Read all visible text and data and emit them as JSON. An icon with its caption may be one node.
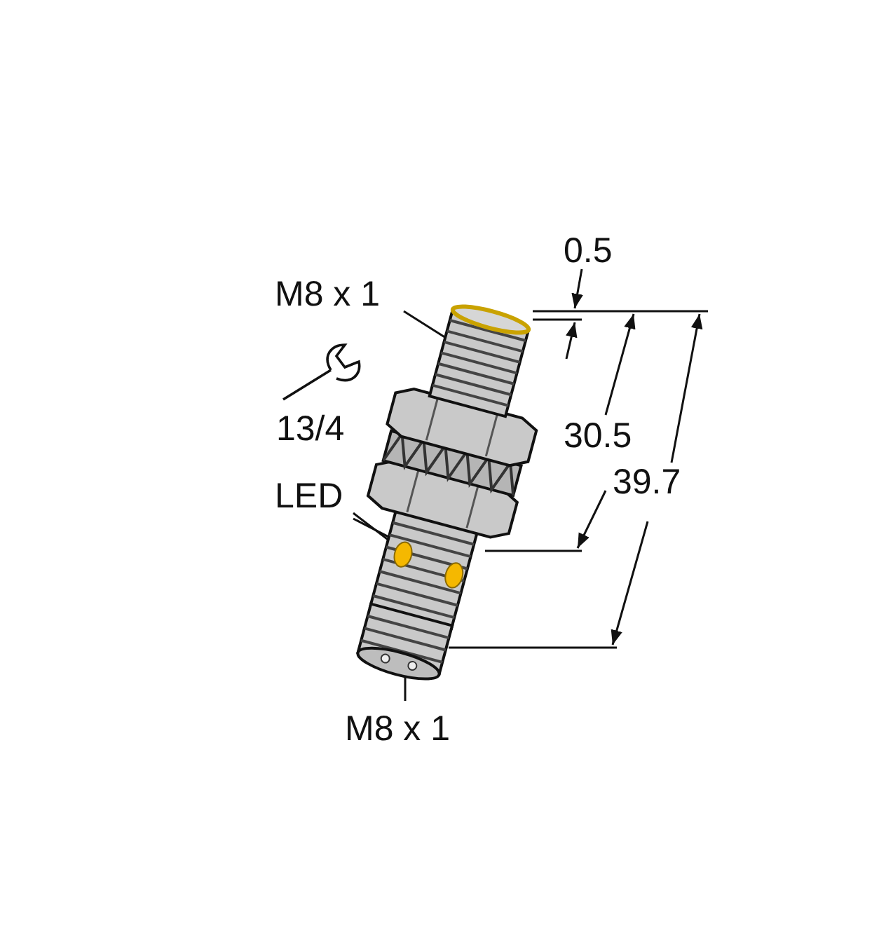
{
  "diagram": {
    "nodes": [
      {
        "text": [
          "M8 x 1"
        ]
      },
      {
        "text": [],
        "shape": "picture"
      },
      {
        "text": [
          "LED"
        ]
      },
      {
        "text": [],
        "shape": "circle"
      },
      {
        "text": [],
        "shape": "circle"
      },
      {
        "text": [
          "M8 x 1"
        ]
      },
      {
        "text": [],
        "shape": "picture"
      }
    ],
    "edges": [
      {
        "from": 0,
        "to": 1,
        "arrow": "none"
      },
      {
        "from": 2,
        "to": 3,
        "arrow": "none"
      },
      {
        "from": 2,
        "to": 4,
        "arrow": "none"
      },
      {
        "from": 5,
        "to": 6,
        "arrow": "none"
      }
    ],
    "labels": [
      "0.5",
      "13/4",
      "30.5",
      "39.7"
    ]
  }
}
